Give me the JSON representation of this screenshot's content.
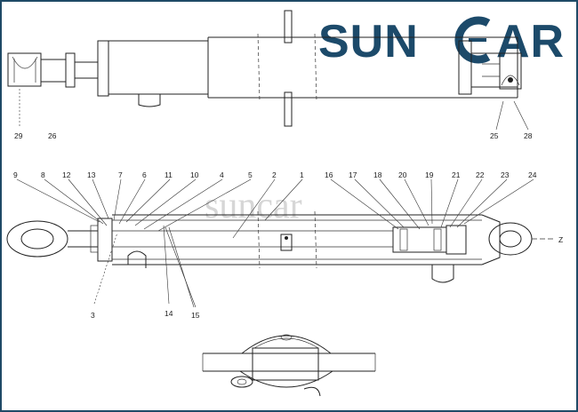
{
  "brand": {
    "name": "SUNCAR",
    "left": "SUN",
    "right": "AR",
    "watermark": "suncar",
    "primary_color": "#1c4a6a",
    "accent_color": "#1c4a6a"
  },
  "top_view": {
    "labels": [
      "29",
      "26",
      "25",
      "28"
    ]
  },
  "main_view": {
    "upper_labels": [
      "9",
      "8",
      "12",
      "13",
      "7",
      "6",
      "11",
      "10",
      "4",
      "5",
      "2",
      "1",
      "16",
      "17",
      "18",
      "20",
      "19",
      "21",
      "22",
      "23",
      "24"
    ],
    "lower_labels": [
      "3",
      "14",
      "15"
    ],
    "axis_label": "Z"
  }
}
